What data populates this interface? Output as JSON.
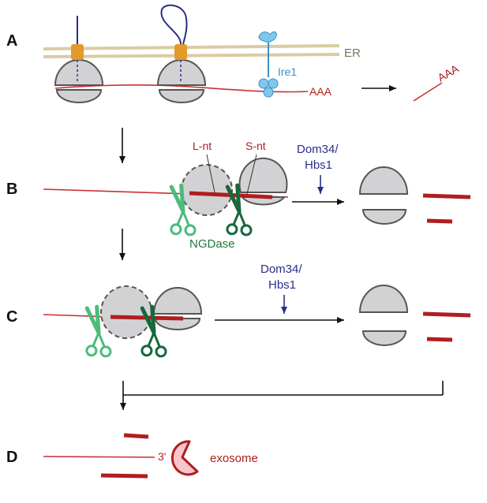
{
  "panels": {
    "a": "A",
    "b": "B",
    "c": "C",
    "d": "D"
  },
  "labels": {
    "er": "ER",
    "ire1": "Ire1",
    "polya_1": "AAA",
    "polya_2": "AAA",
    "l_nt": "L-nt",
    "s_nt": "S-nt",
    "dom34_b_line1": "Dom34/",
    "dom34_b_line2": "Hbs1",
    "dom34_c_line1": "Dom34/",
    "dom34_c_line2": "Hbs1",
    "ngdase": "NGDase",
    "three_prime": "3'",
    "exosome": "exosome"
  },
  "colors": {
    "mrna": "#c83232",
    "fragment": "#b01e1e",
    "ribosome_fill": "#d2d2d4",
    "ribosome_stroke": "#555555",
    "er_membrane": "#d9cca3",
    "translocon": "#e39a2c",
    "nascent_chain": "#2a2e88",
    "ire1": "#7ec8ec",
    "scissors_light": "#4cbc7a",
    "scissors_dark": "#17683a",
    "arrow": "#111111"
  }
}
